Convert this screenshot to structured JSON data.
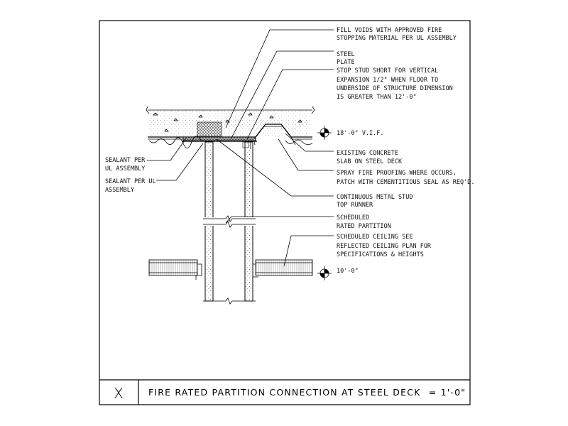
{
  "title": {
    "symbol": "X",
    "text": "FIRE RATED PARTITION CONNECTION AT STEEL DECK",
    "scale": "= 1'-0\""
  },
  "callouts_right": [
    {
      "id": "fill-voids",
      "lines": [
        "FILL VOIDS WITH APPROVED FIRE",
        "STOPPING MATERIAL PER UL ASSEMBLY"
      ]
    },
    {
      "id": "steel-plate",
      "lines": [
        "STEEL",
        "PLATE"
      ]
    },
    {
      "id": "stop-stud",
      "lines": [
        "STOP STUD SHORT FOR VERTICAL",
        "EXPANSION 1/2\" WHEN FLOOR TO",
        "UNDERSIDE OF STRUCTURE DIMENSION",
        "IS GREATER THAN 12'-0\""
      ]
    },
    {
      "id": "existing-concrete",
      "lines": [
        "EXISTING CONCRETE",
        "SLAB ON STEEL DECK"
      ]
    },
    {
      "id": "spray-fire",
      "lines": [
        "SPRAY FIRE PROOFING WHERE OCCURS,",
        "PATCH WITH CEMENTITIOUS SEAL AS REQ'D."
      ]
    },
    {
      "id": "top-runner",
      "lines": [
        "CONTINUOUS METAL STUD",
        "TOP RUNNER"
      ]
    },
    {
      "id": "scheduled-partition",
      "lines": [
        "SCHEDULED",
        "RATED PARTITION"
      ]
    },
    {
      "id": "scheduled-ceiling",
      "lines": [
        "SCHEDULED CEILING SEE",
        "REFLECTED CEILING PLAN FOR",
        "SPECIFICATIONS & HEIGHTS"
      ]
    }
  ],
  "callouts_left": [
    {
      "id": "sealant-1",
      "lines": [
        "SEALANT PER",
        "UL ASSEMBLY"
      ]
    },
    {
      "id": "sealant-2",
      "lines": [
        "SEALANT PER UL",
        "ASSEMBLY"
      ]
    }
  ],
  "elevations": {
    "upper": "18'-0\" V.I.F.",
    "lower": "10'-0\""
  }
}
